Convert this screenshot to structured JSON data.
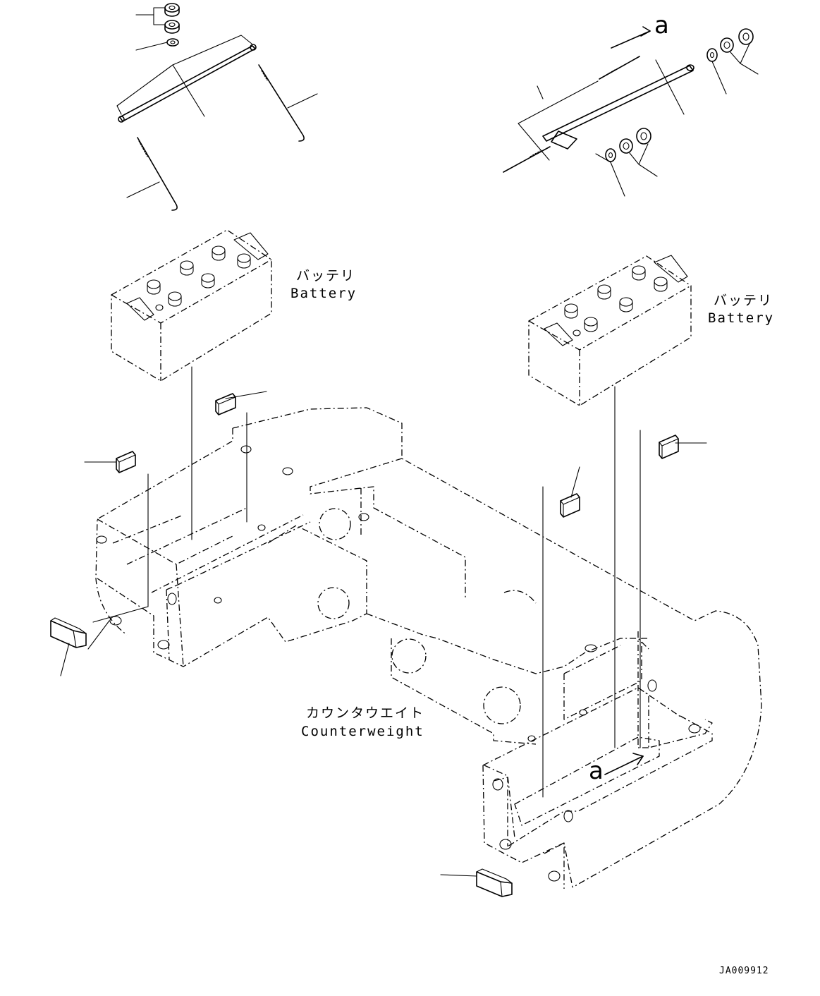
{
  "labels": {
    "battery_left_jp": "バッテリ",
    "battery_left_en": "Battery",
    "battery_right_jp": "バッテリ",
    "battery_right_en": "Battery",
    "counterweight_jp": "カウンタウエイト",
    "counterweight_en": "Counterweight",
    "view_marker_top": "a",
    "view_marker_bottom": "a",
    "drawing_code": "JA009912"
  }
}
